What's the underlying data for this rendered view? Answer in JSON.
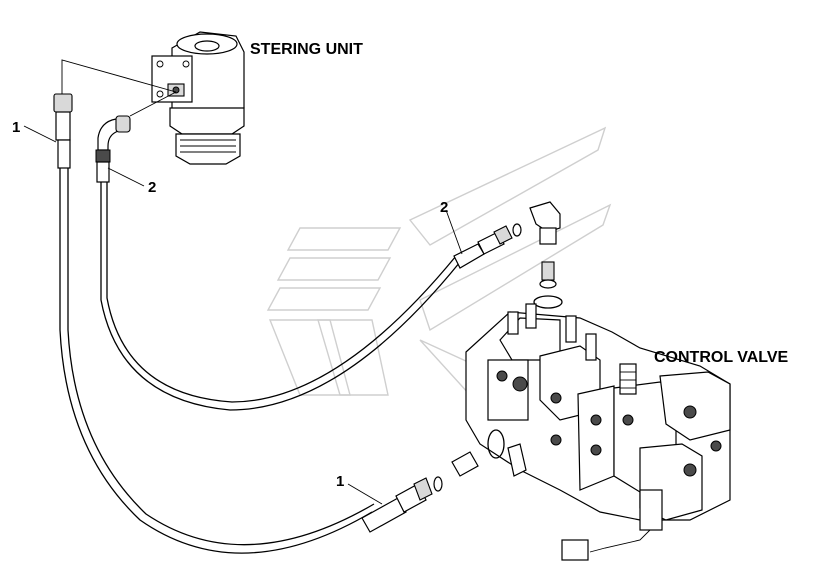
{
  "labels": {
    "steering_unit": "STERING UNIT",
    "control_valve": "CONTROL VALVE"
  },
  "callouts": {
    "hose1_top": "1",
    "hose2_top": "2",
    "hose2_mid": "2",
    "hose1_bottom": "1"
  },
  "colors": {
    "line": "#000000",
    "watermark": "#cfcfcf",
    "fill_shade": "#d9d9d9"
  }
}
